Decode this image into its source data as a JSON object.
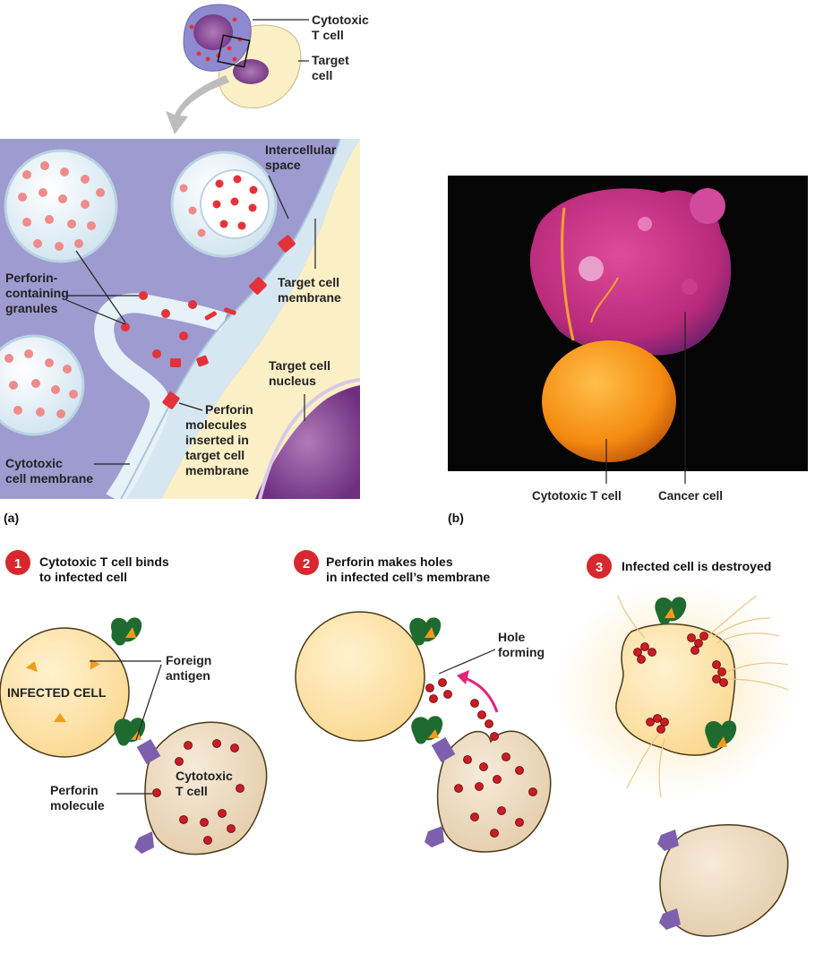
{
  "inset_labels": {
    "cytotoxic_t_cell": [
      "Cytotoxic",
      "T cell"
    ],
    "target_cell": [
      "Target",
      "cell"
    ]
  },
  "panel_a": {
    "tag": "(a)",
    "intercellular_space": [
      "Intercellular",
      "space"
    ],
    "perforin_granules": [
      "Perforin-",
      "containing",
      "granules"
    ],
    "target_membrane": [
      "Target cell",
      "membrane"
    ],
    "target_nucleus": [
      "Target cell",
      "nucleus"
    ],
    "perforin_inserted": [
      "Perforin",
      "molecules",
      "inserted in",
      "target cell",
      "membrane"
    ],
    "cytotoxic_membrane": [
      "Cytotoxic",
      "cell membrane"
    ]
  },
  "panel_b": {
    "tag": "(b)",
    "cytotoxic_t_cell": "Cytotoxic T cell",
    "cancer_cell": "Cancer cell"
  },
  "steps": [
    {
      "number": "1",
      "lines": [
        "Cytotoxic T cell binds",
        "to infected cell"
      ]
    },
    {
      "number": "2",
      "lines": [
        "Perforin makes holes",
        "in infected cell’s membrane"
      ]
    },
    {
      "number": "3",
      "lines": [
        "Infected cell is destroyed"
      ]
    }
  ],
  "step1_labels": {
    "infected_cell": "INFECTED CELL",
    "foreign_antigen": [
      "Foreign",
      "antigen"
    ],
    "cytotoxic_t_cell": [
      "Cytotoxic",
      "T cell"
    ],
    "perforin_molecule": [
      "Perforin",
      "molecule"
    ]
  },
  "step2_labels": {
    "hole_forming": [
      "Hole",
      "forming"
    ]
  },
  "colors": {
    "purple_cytoplasm": "#9d9bd0",
    "membrane_light": "#d6e7f2",
    "target_cream": "#fbefc6",
    "nucleus_purple": "#8a4a96",
    "perforin_red": "#e3323a",
    "infected_yellow": "#fde1a0",
    "tcell_tan": "#ecd9bd",
    "receptor_green": "#1f6b2f",
    "antigen_orange": "#f29a1d",
    "tcr_purple": "#7d5fae",
    "step_badge_red": "#d7282f"
  }
}
